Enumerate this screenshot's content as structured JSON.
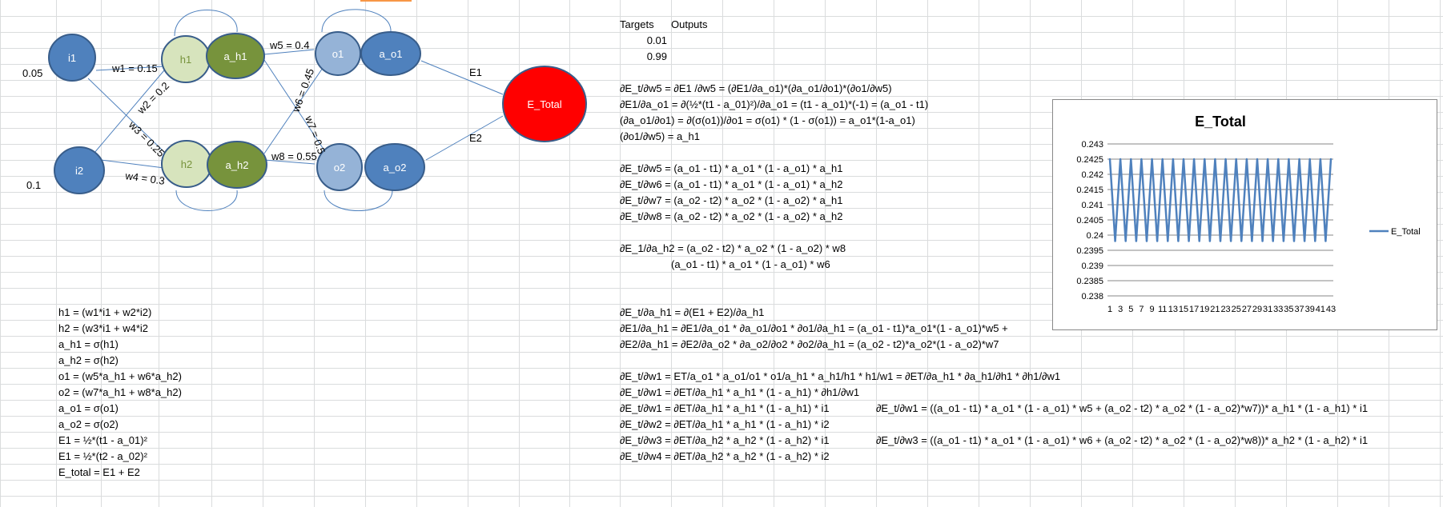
{
  "diagram": {
    "nodes": {
      "i1": "i1",
      "i2": "i2",
      "h1": "h1",
      "a_h1": "a_h1",
      "h2": "h2",
      "a_h2": "a_h2",
      "o1": "o1",
      "a_o1": "a_o1",
      "o2": "o2",
      "a_o2": "a_o2",
      "e_total": "E_Total"
    },
    "inputs": {
      "i1_value": "0.05",
      "i2_value": "0.1"
    },
    "weights": {
      "w1": "w1 = 0.15",
      "w2": "w2 = 0.2",
      "w3": "w3 = 0.25",
      "w4": "w4 = 0.3",
      "w5": "w5 = 0.4",
      "w6": "w6 = 0.45",
      "w7": "w7 = 0.5",
      "w8": "w8 = 0.55"
    },
    "errors": {
      "e1": "E1",
      "e2": "E2"
    },
    "colors": {
      "input": "#4f81bd",
      "hidden_pre": "#d7e4bd",
      "hidden_act": "#77933c",
      "out_pre": "#95b3d7",
      "out_act": "#4f81bd",
      "total": "#ff0000"
    }
  },
  "targets": {
    "targets_header": "Targets",
    "outputs_header": "Outputs",
    "t1": "0.01",
    "t2": "0.99"
  },
  "equations_left": [
    "h1 = (w1*i1 + w2*i2)",
    " h2 = (w3*i1 + w4*i2",
    "a_h1 = σ(h1)",
    "a_h2 = σ(h2)",
    "o1 = (w5*a_h1 + w6*a_h2)",
    "o2 = (w7*a_h1 + w8*a_h2)",
    "a_o1 = σ(o1)",
    "a_o2 = σ(o2)",
    "E1 = ½*(t1 - a_01)²",
    "E1 = ½*(t2 - a_02)²",
    "E_total = E1 + E2"
  ],
  "derivs_block1": [
    "∂E_t/∂w5 = ∂E1 /∂w5 = (∂E1/∂a_o1)*(∂a_o1/∂o1)*(∂o1/∂w5)",
    "∂E1/∂a_o1 = ∂(½*(t1 - a_01)²)/∂a_o1 = (t1 - a_o1)*(-1) = (a_o1 - t1)",
    "(∂a_o1/∂o1) = ∂(σ(o1))/∂o1 = σ(o1) * (1 - σ(o1)) = a_o1*(1-a_o1)",
    "(∂o1/∂w5) = a_h1"
  ],
  "derivs_block2": [
    "∂E_t/∂w5 = (a_o1 - t1) * a_o1 * (1 - a_o1) * a_h1",
    "∂E_t/∂w6 = (a_o1 - t1) * a_o1 * (1 - a_o1) * a_h2",
    "∂E_t/∂w7 = (a_o2 - t2) * a_o2 * (1 - a_o2) * a_h1",
    "∂E_t/∂w8 = (a_o2 - t2) * a_o2 * (1 - a_o2) * a_h2"
  ],
  "derivs_block3": [
    "∂E_1/∂a_h2 = (a_o2 - t2) * a_o2 * (1 - a_o2) * w8",
    "(a_o1 - t1) * a_o1 * (1 - a_o1) * w6"
  ],
  "derivs_block4": [
    "∂E_t/∂a_h1 = ∂(E1 + E2)/∂a_h1",
    "∂E1/∂a_h1 = ∂E1/∂a_o1 * ∂a_o1/∂o1 * ∂o1/∂a_h1 = (a_o1 - t1)*a_o1*(1 - a_o1)*w5 +",
    "∂E2/∂a_h1 = ∂E2/∂a_o2 * ∂a_o2/∂o2 * ∂o2/∂a_h1 = (a_o2 - t2)*a_o2*(1 - a_o2)*w7"
  ],
  "derivs_block5": [
    "∂E_t/∂w1 = ET/a_o1 * a_o1/o1 * o1/a_h1 * a_h1/h1 * h1/w1 = ∂ET/∂a_h1 * ∂a_h1/∂h1 * ∂h1/∂w1",
    "∂E_t/∂w1 = ∂ET/∂a_h1 * a_h1 * (1 - a_h1) * ∂h1/∂w1",
    "∂E_t/∂w1 = ∂ET/∂a_h1 * a_h1 * (1 - a_h1) * i1",
    "∂E_t/∂w2 = ∂ET/∂a_h1 * a_h1 * (1 - a_h1) * i2",
    "∂E_t/∂w3 = ∂ET/∂a_h2 * a_h2 * (1 - a_h2) * i1",
    "∂E_t/∂w4 = ∂ET/∂a_h2 * a_h2 * (1 - a_h2) * i2"
  ],
  "derivs_far_right": [
    "∂E_t/∂w1 = ((a_o1 - t1) * a_o1 * (1 - a_o1) * w5 + (a_o2 - t2) * a_o2 * (1 - a_o2)*w7))* a_h1 * (1 - a_h1) * i1",
    "∂E_t/∂w3 = ((a_o1 - t1) * a_o1 * (1 - a_o1) * w6 + (a_o2 - t2) * a_o2 * (1 - a_o2)*w8))* a_h2 * (1 - a_h2) * i1"
  ],
  "chart_data": {
    "type": "line",
    "title": "E_Total",
    "series": [
      {
        "name": "E_Total",
        "color": "#4f81bd",
        "x": [
          1,
          2,
          3,
          4,
          5,
          6,
          7,
          8,
          9,
          10,
          11,
          12,
          13,
          14,
          15,
          16,
          17,
          18,
          19,
          20,
          21,
          22,
          23,
          24,
          25,
          26,
          27,
          28,
          29,
          30,
          31,
          32,
          33,
          34,
          35,
          36,
          37,
          38,
          39,
          40,
          41,
          42,
          43
        ],
        "values": [
          0.2425,
          0.2398,
          0.2425,
          0.2398,
          0.2425,
          0.2398,
          0.2425,
          0.2398,
          0.2425,
          0.2398,
          0.2425,
          0.2398,
          0.2425,
          0.2398,
          0.2425,
          0.2398,
          0.2425,
          0.2398,
          0.2425,
          0.2398,
          0.2425,
          0.2398,
          0.2425,
          0.2398,
          0.2425,
          0.2398,
          0.2425,
          0.2398,
          0.2425,
          0.2398,
          0.2425,
          0.2398,
          0.2425,
          0.2398,
          0.2425,
          0.2398,
          0.2425,
          0.2398,
          0.2425,
          0.2398,
          0.2425,
          0.2398,
          0.2425
        ]
      }
    ],
    "ylim": [
      0.238,
      0.243
    ],
    "yticks": [
      "0.238",
      "0.2385",
      "0.239",
      "0.2395",
      "0.24",
      "0.2405",
      "0.241",
      "0.2415",
      "0.242",
      "0.2425",
      "0.243"
    ],
    "xticks": [
      "1",
      "3",
      "5",
      "7",
      "9",
      "11",
      "13",
      "15",
      "17",
      "19",
      "21",
      "23",
      "25",
      "27",
      "29",
      "31",
      "33",
      "35",
      "37",
      "39",
      "41",
      "43"
    ],
    "grid": true,
    "legend": "right"
  }
}
